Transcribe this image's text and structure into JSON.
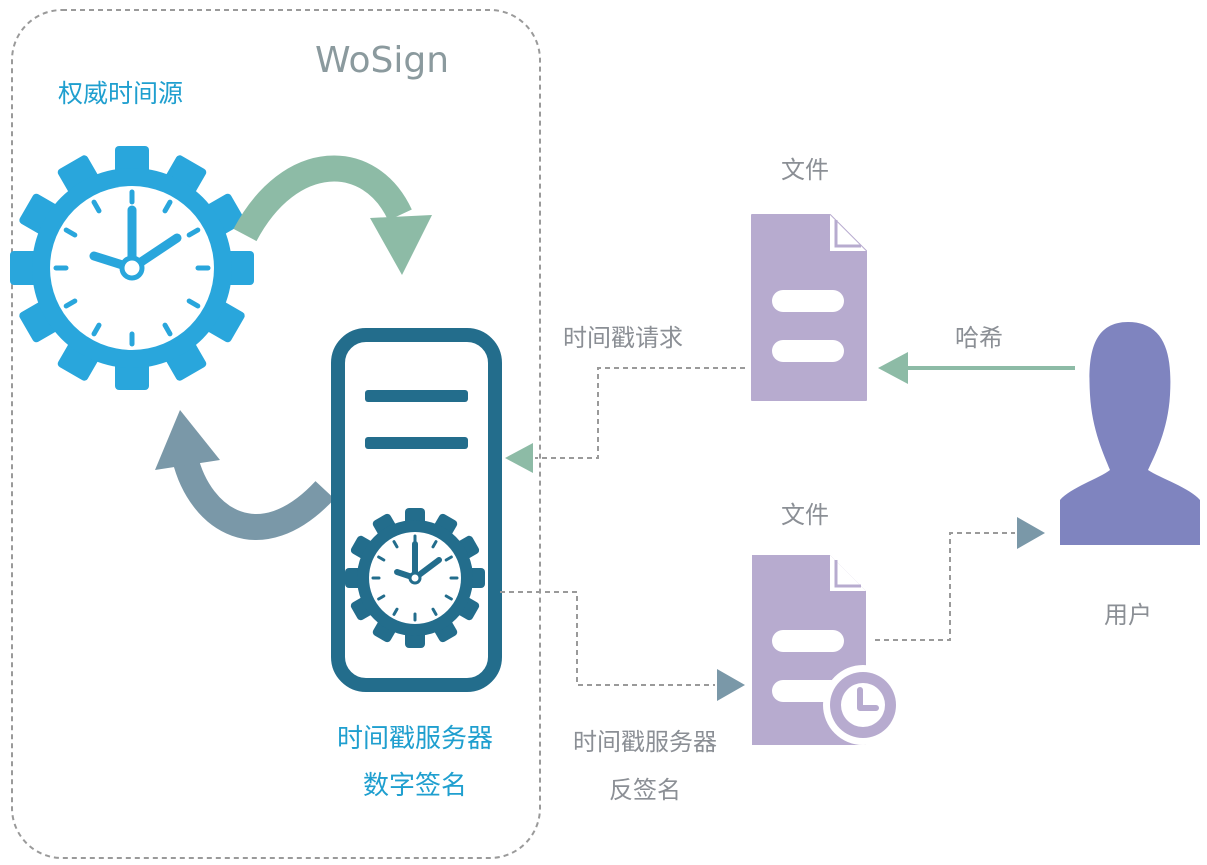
{
  "diagram": {
    "brand": "WoSign",
    "time_source_label": "权威时间源",
    "file_top_label": "文件",
    "file_bottom_label": "文件",
    "user_label": "用户",
    "hash_label": "哈希",
    "timestamp_request_label": "时间戳请求",
    "server_sign_line1": "时间戳服务器",
    "server_sign_line2": "数字签名",
    "server_return_line1": "时间戳服务器",
    "server_return_line2": "反签名"
  },
  "colors": {
    "gear_blue": "#29a6dc",
    "server_dark": "#236d8c",
    "file_lavender": "#b7abcf",
    "user_indigo": "#7f84bf",
    "arrow_green": "#8dbba6",
    "arrow_slate": "#7a98a8",
    "dashed_grey": "#9a9a9a",
    "label_teal": "#1f9fcf"
  },
  "icons": [
    "gear-clock-icon",
    "server-icon",
    "document-icon",
    "document-clock-icon",
    "user-icon"
  ]
}
